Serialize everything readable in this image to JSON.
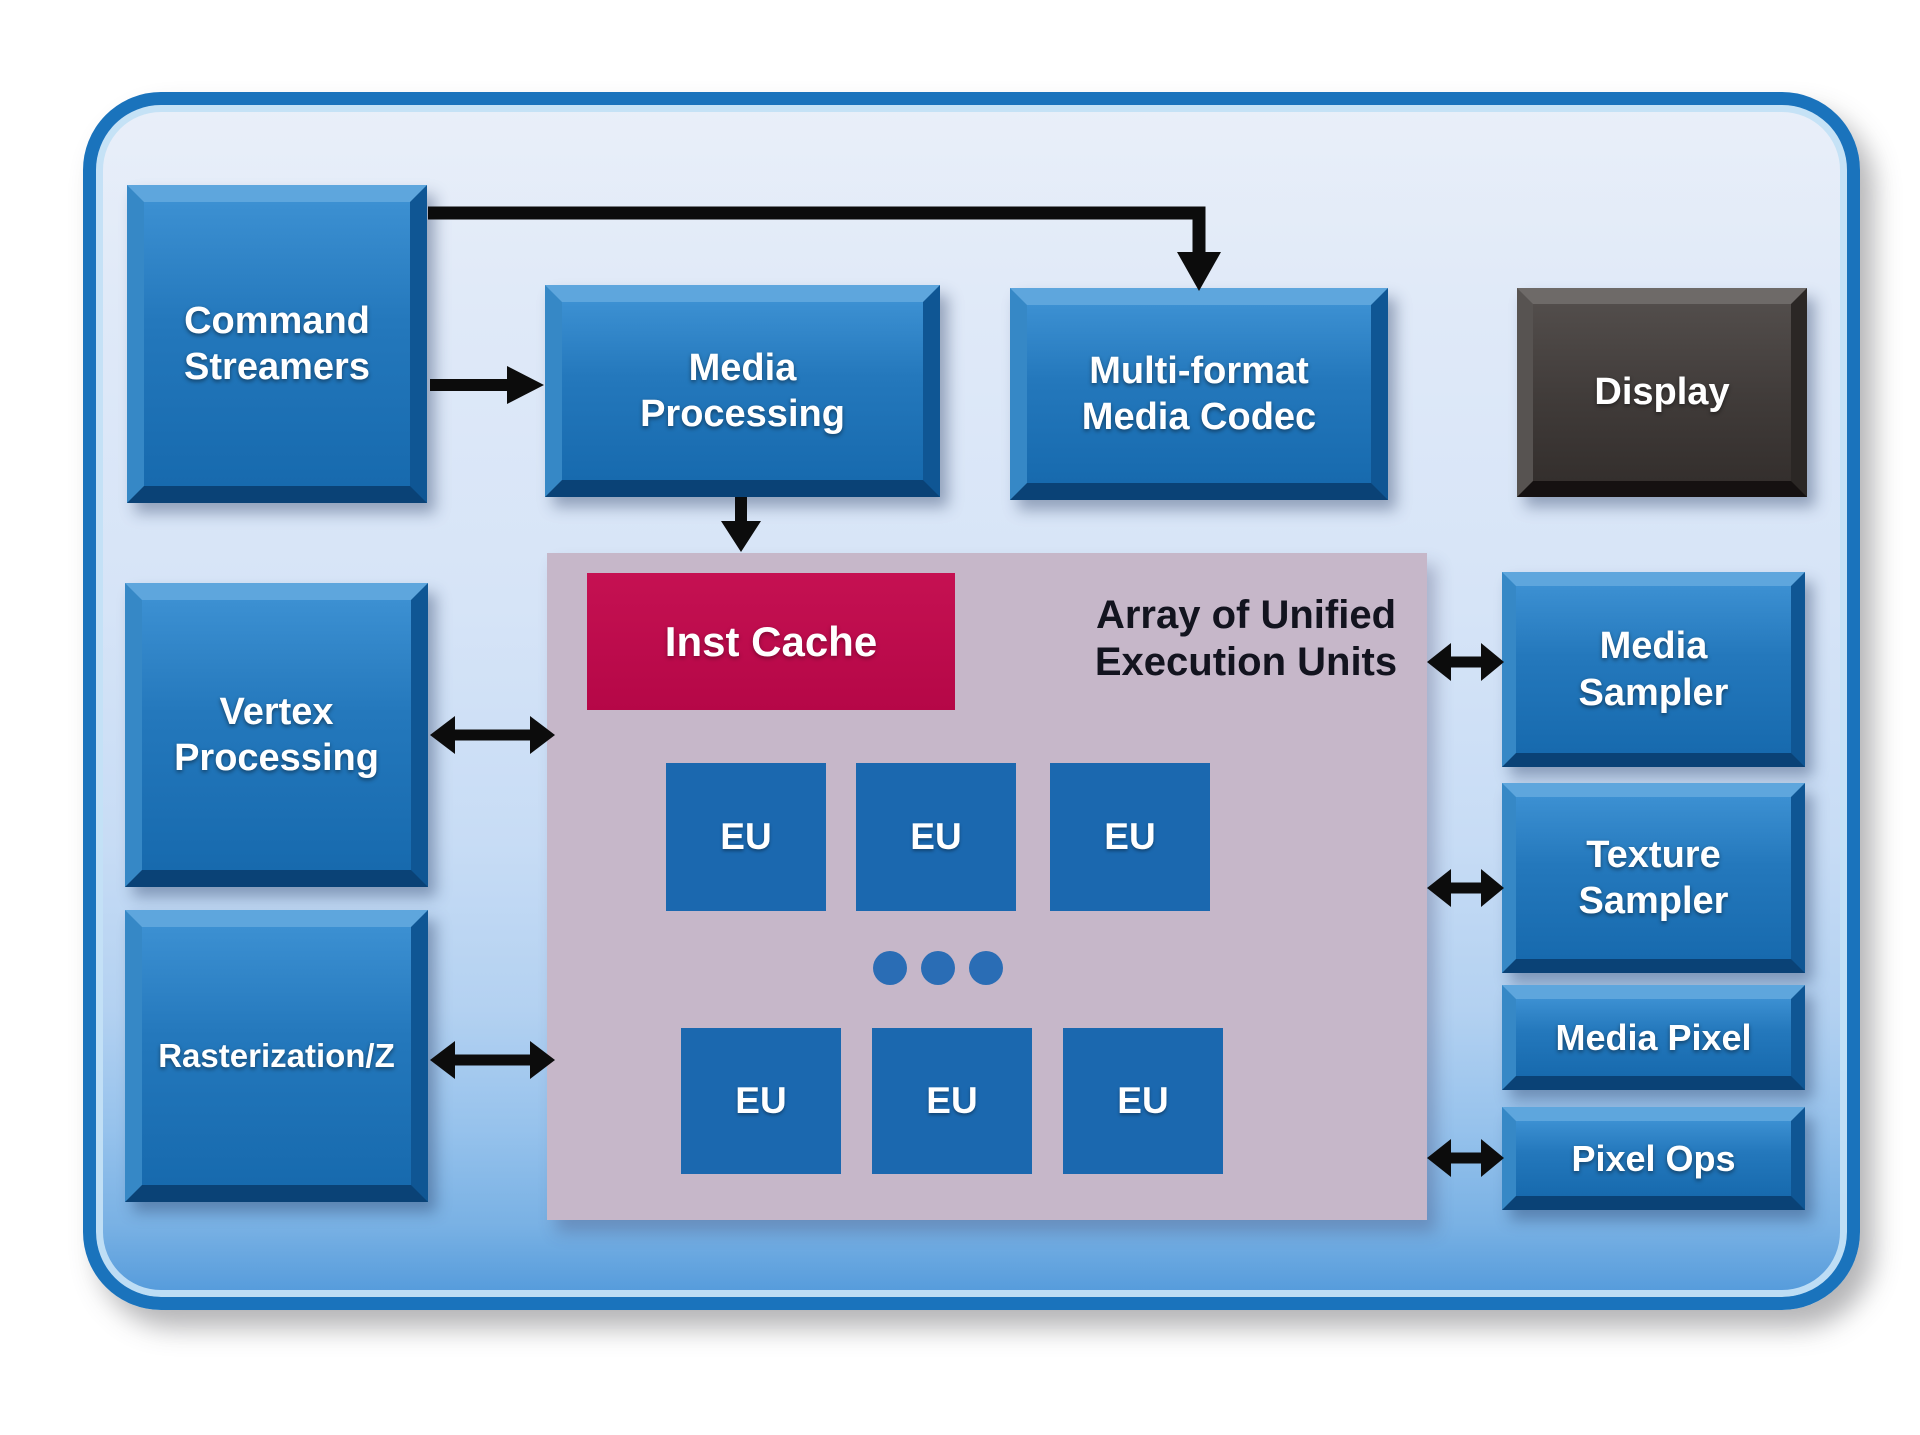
{
  "diagram": {
    "type": "block-diagram",
    "subject": "GPU media/graphics architecture block diagram",
    "nodes": {
      "command_streamers": {
        "label": "Command\nStreamers"
      },
      "media_processing": {
        "label": "Media\nProcessing"
      },
      "media_codec": {
        "label": "Multi-format\nMedia Codec"
      },
      "display": {
        "label": "Display"
      },
      "vertex_processing": {
        "label": "Vertex\nProcessing"
      },
      "rasterization": {
        "label": "Rasterization/Z"
      },
      "inst_cache": {
        "label": "Inst Cache"
      },
      "eu_array": {
        "label": "Array of Unified\nExecution Units"
      },
      "media_sampler": {
        "label": "Media\nSampler"
      },
      "texture_sampler": {
        "label": "Texture\nSampler"
      },
      "media_pixel": {
        "label": "Media Pixel"
      },
      "pixel_ops": {
        "label": "Pixel Ops"
      }
    },
    "eu_units": [
      "EU",
      "EU",
      "EU",
      "EU",
      "EU",
      "EU"
    ],
    "connections": [
      {
        "from": "command_streamers",
        "to": "media_codec",
        "style": "arrow"
      },
      {
        "from": "command_streamers",
        "to": "media_processing",
        "style": "arrow"
      },
      {
        "from": "media_processing",
        "to": "eu_array",
        "style": "arrow"
      },
      {
        "from": "vertex_processing",
        "to": "eu_array",
        "style": "double-arrow"
      },
      {
        "from": "rasterization",
        "to": "eu_array",
        "style": "double-arrow"
      },
      {
        "from": "eu_array",
        "to": "media_sampler",
        "style": "double-arrow"
      },
      {
        "from": "eu_array",
        "to": "texture_sampler",
        "style": "double-arrow"
      },
      {
        "from": "eu_array",
        "to": "pixel_ops",
        "style": "double-arrow"
      }
    ],
    "colors": {
      "block_blue": "#1f6fb4",
      "block_gray": "#403c3b",
      "inst_cache_red": "#bd0a4c",
      "panel_mauve": "#c6b7c9",
      "eu_blue": "#1b68af",
      "arrow_black": "#0c0c0c",
      "container_border": "#1a73bc",
      "container_fill_top": "#e9eff9",
      "container_fill_bottom": "#539adb"
    }
  }
}
